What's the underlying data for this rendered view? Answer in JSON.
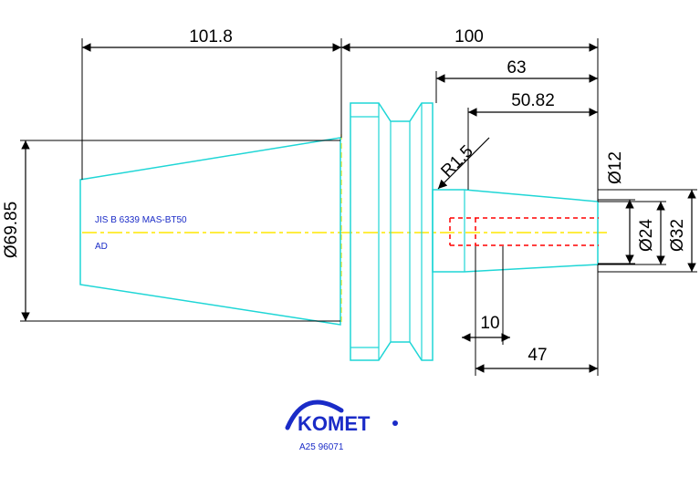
{
  "drawing": {
    "dimensions": {
      "d1": "101.8",
      "d2": "100",
      "d3": "63",
      "d4": "50.82",
      "d5": "R1.5",
      "d6": "Ø69.85",
      "d7": "Ø12",
      "d8": "Ø24",
      "d9": "Ø32",
      "d10": "10",
      "d11": "47"
    },
    "labels": {
      "standard": "JIS B 6339 MAS-BT50",
      "type": "AD",
      "part_number": "A25 96071"
    },
    "logo": {
      "text": "KOMET"
    },
    "colors": {
      "outline": "#1fd6d6",
      "dimension": "#000000",
      "centerline": "#ffe700",
      "hidden": "#ff0000",
      "brand_blue": "#1a2bc7"
    }
  }
}
